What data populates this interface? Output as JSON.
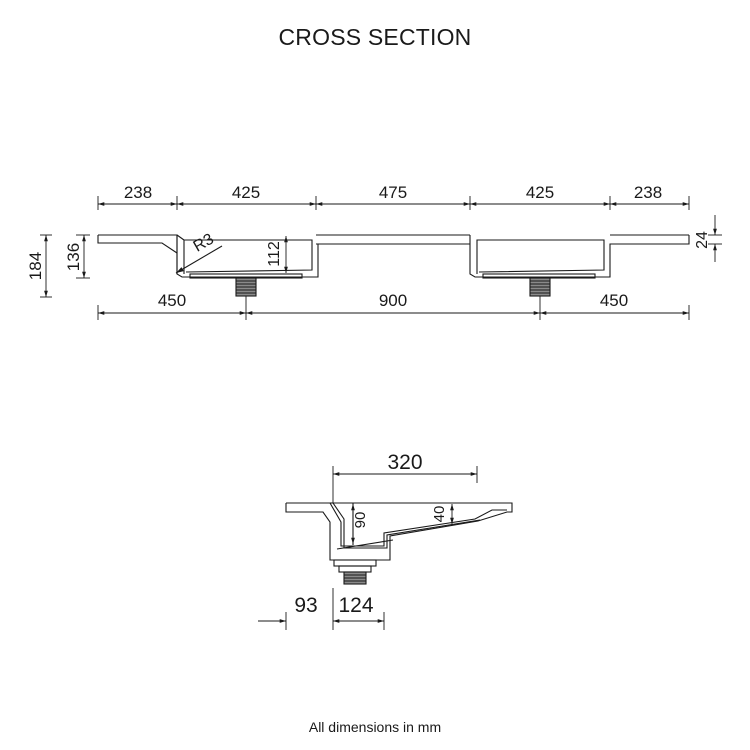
{
  "title": "CROSS SECTION",
  "footer": "All dimensions in mm",
  "top_view": {
    "top_dims": [
      "238",
      "425",
      "475",
      "425",
      "238"
    ],
    "bottom_dims": [
      "450",
      "900",
      "450"
    ],
    "left_dims": [
      "184",
      "136"
    ],
    "bowl_depth": "112",
    "radius_label": "R3",
    "right_dim": "24"
  },
  "side_view": {
    "top_dim": "320",
    "inner_dim_a": "90",
    "inner_dim_b": "40",
    "bottom_dims": [
      "93",
      "124"
    ]
  }
}
